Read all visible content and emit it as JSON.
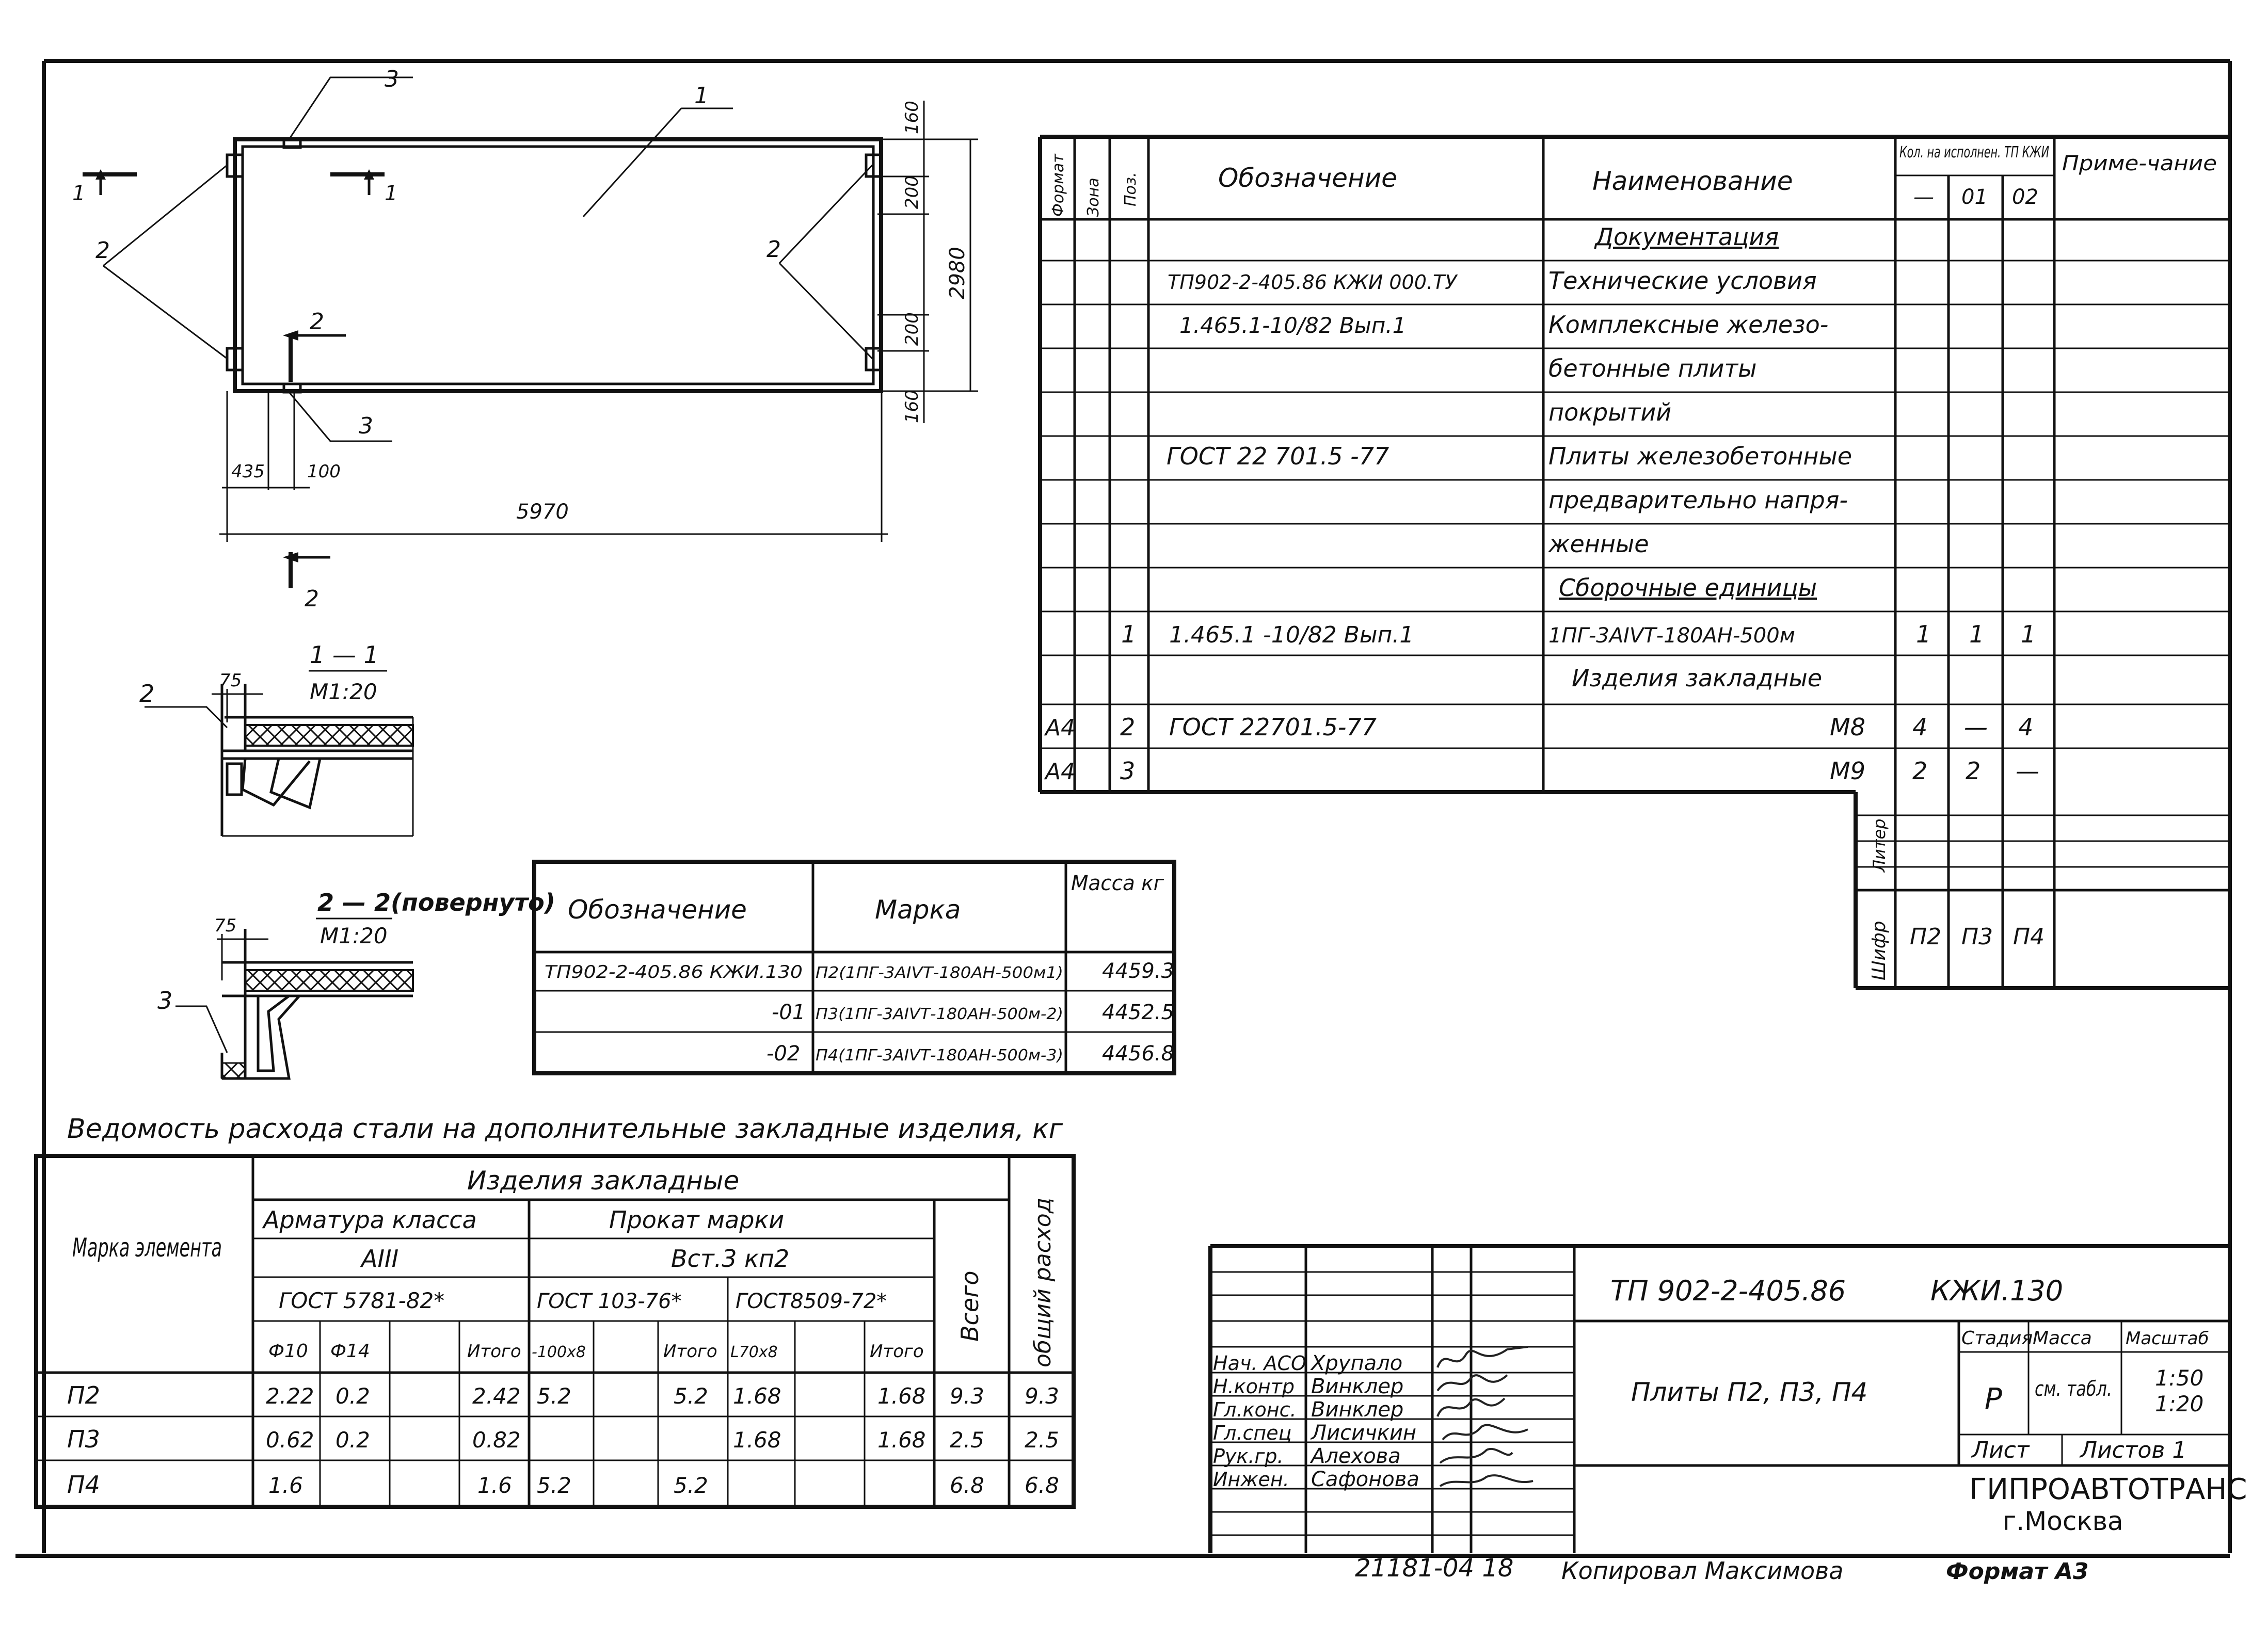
{
  "plan": {
    "callouts": [
      "1",
      "2",
      "2",
      "3",
      "3"
    ],
    "section_marks": [
      "1",
      "1",
      "2",
      "2"
    ],
    "dims": {
      "top": "160",
      "mid_top": "200",
      "height": "2980",
      "mid_bot": "200",
      "bottom": "160",
      "left_offset": "435",
      "insert_w": "100",
      "length": "5970"
    }
  },
  "sections": {
    "s1_title": "1 — 1",
    "s1_scale": "M1:20",
    "s1_dim": "75",
    "s1_callout": "2",
    "s2_title": "2 — 2(повернуто)",
    "s2_scale": "M1:20",
    "s2_dim": "75",
    "s2_callout": "3"
  },
  "spec": {
    "headers": {
      "format": "Формат",
      "zone": "Зона",
      "pos": "Поз.",
      "designation": "Обозначение",
      "name": "Наименование",
      "qty_group": "Кол. на исполнен. ТП КЖИ",
      "qty_cols": [
        "—",
        "01",
        "02"
      ],
      "note": "Приме-чание"
    },
    "rows": [
      {
        "format": "",
        "zone": "",
        "pos": "",
        "designation": "",
        "name": "Документация",
        "q0": "",
        "q1": "",
        "q2": ""
      },
      {
        "format": "",
        "zone": "",
        "pos": "",
        "designation": "ТП902-2-405.86    КЖИ 000.ТУ",
        "name": "Технические условия",
        "q0": "",
        "q1": "",
        "q2": ""
      },
      {
        "format": "",
        "zone": "",
        "pos": "",
        "designation": "1.465.1-10/82  Вып.1",
        "name": "Комплексные железо-",
        "q0": "",
        "q1": "",
        "q2": ""
      },
      {
        "format": "",
        "zone": "",
        "pos": "",
        "designation": "",
        "name": "бетонные   плиты",
        "q0": "",
        "q1": "",
        "q2": ""
      },
      {
        "format": "",
        "zone": "",
        "pos": "",
        "designation": "",
        "name": "покрытий",
        "q0": "",
        "q1": "",
        "q2": ""
      },
      {
        "format": "",
        "zone": "",
        "pos": "",
        "designation": "ГОСТ 22 701.5 -77",
        "name": "Плиты железобетонные",
        "q0": "",
        "q1": "",
        "q2": ""
      },
      {
        "format": "",
        "zone": "",
        "pos": "",
        "designation": "",
        "name": "предварительно напря-",
        "q0": "",
        "q1": "",
        "q2": ""
      },
      {
        "format": "",
        "zone": "",
        "pos": "",
        "designation": "",
        "name": "женные",
        "q0": "",
        "q1": "",
        "q2": ""
      },
      {
        "format": "",
        "zone": "",
        "pos": "",
        "designation": "",
        "name": "Сборочные единицы",
        "q0": "",
        "q1": "",
        "q2": ""
      },
      {
        "format": "",
        "zone": "",
        "pos": "1",
        "designation": "1.465.1 -10/82  Вып.1",
        "name": "1ПГ-3АIVТ-180АН-500м",
        "q0": "1",
        "q1": "1",
        "q2": "1"
      },
      {
        "format": "",
        "zone": "",
        "pos": "",
        "designation": "",
        "name": "Изделия закладные",
        "q0": "",
        "q1": "",
        "q2": ""
      },
      {
        "format": "А4",
        "zone": "",
        "pos": "2",
        "designation": "ГОСТ 22701.5-77",
        "name": "М8",
        "q0": "4",
        "q1": "—",
        "q2": "4"
      },
      {
        "format": "А4",
        "zone": "",
        "pos": "3",
        "designation": "",
        "name": "М9",
        "q0": "2",
        "q1": "2",
        "q2": "—"
      }
    ],
    "footer": {
      "liter": "Литер",
      "code": "Шифр",
      "codes": [
        "П2",
        "П3",
        "П4"
      ]
    }
  },
  "mass_table": {
    "headers": {
      "designation": "Обозначение",
      "mark": "Марка",
      "mass": "Масса кг"
    },
    "rows": [
      {
        "designation": "ТП902-2-405.86 КЖИ.130",
        "mark": "П2(1ПГ-3АIVТ-180АН-500м1)",
        "mass": "4459.3"
      },
      {
        "designation": "-01",
        "mark": "П3(1ПГ-3АIVТ-180АН-500м-2)",
        "mass": "4452.5"
      },
      {
        "designation": "-02",
        "mark": "П4(1ПГ-3АIVТ-180АН-500м-3)",
        "mass": "4456.8"
      }
    ]
  },
  "steel": {
    "title": "Ведомость расхода стали на дополнительные закладные изделия, кг",
    "headers": {
      "element": "Марка элемента",
      "group": "Изделия закладные",
      "rebar": "Арматура класса",
      "rebar_class": "АIII",
      "rebar_gost": "ГОСТ 5781-82*",
      "rolled": "Прокат марки",
      "rolled_grade": "Вст.3 кп2",
      "gost1": "ГОСТ 103-76*",
      "gost2": "ГОСТ8509-72*",
      "total": "Всего",
      "grand": "общий расход",
      "sub": [
        "Ф10",
        "Ф14",
        "",
        "Итого",
        "-100x8",
        "",
        "Итого",
        "L70x8",
        "",
        "Итого"
      ]
    },
    "rows": [
      {
        "mark": "П2",
        "c": [
          "2.22",
          "0.2",
          "",
          "2.42",
          "5.2",
          "",
          "5.2",
          "1.68",
          "",
          "1.68"
        ],
        "total": "9.3",
        "grand": "9.3"
      },
      {
        "mark": "П3",
        "c": [
          "0.62",
          "0.2",
          "",
          "0.82",
          "",
          "",
          "",
          "1.68",
          "",
          "1.68"
        ],
        "total": "2.5",
        "grand": "2.5"
      },
      {
        "mark": "П4",
        "c": [
          "1.6",
          "",
          "",
          "1.6",
          "5.2",
          "",
          "5.2",
          "",
          "",
          ""
        ],
        "total": "6.8",
        "grand": "6.8"
      }
    ]
  },
  "title_block": {
    "doc_code": "ТП 902-2-405.86",
    "doc_mark": "КЖИ.130",
    "title": "Плиты П2, П3, П4",
    "stage_label": "Стадия",
    "mass_label": "Масса",
    "scale_label": "Масштаб",
    "stage": "Р",
    "mass": "см. табл.",
    "scale1": "1:50",
    "scale2": "1:20",
    "sheet_label": "Лист",
    "sheets_label": "Листов 1",
    "org1": "ГИПРОАВТОТРАНС",
    "org2": "г.Москва",
    "roles": [
      {
        "role": "Нач. АСО",
        "name": "Хрупало"
      },
      {
        "role": "Н.контр",
        "name": "Винклер"
      },
      {
        "role": "Гл.конс.",
        "name": "Винклер"
      },
      {
        "role": "Гл.спец",
        "name": "Лисичкин"
      },
      {
        "role": "Рук.гр.",
        "name": "Алехова"
      },
      {
        "role": "Инжен.",
        "name": "Сафонова"
      }
    ]
  },
  "bottom": {
    "number": "21181-04  18",
    "copied": "Копировал Максимова",
    "format": "Формат А3"
  }
}
